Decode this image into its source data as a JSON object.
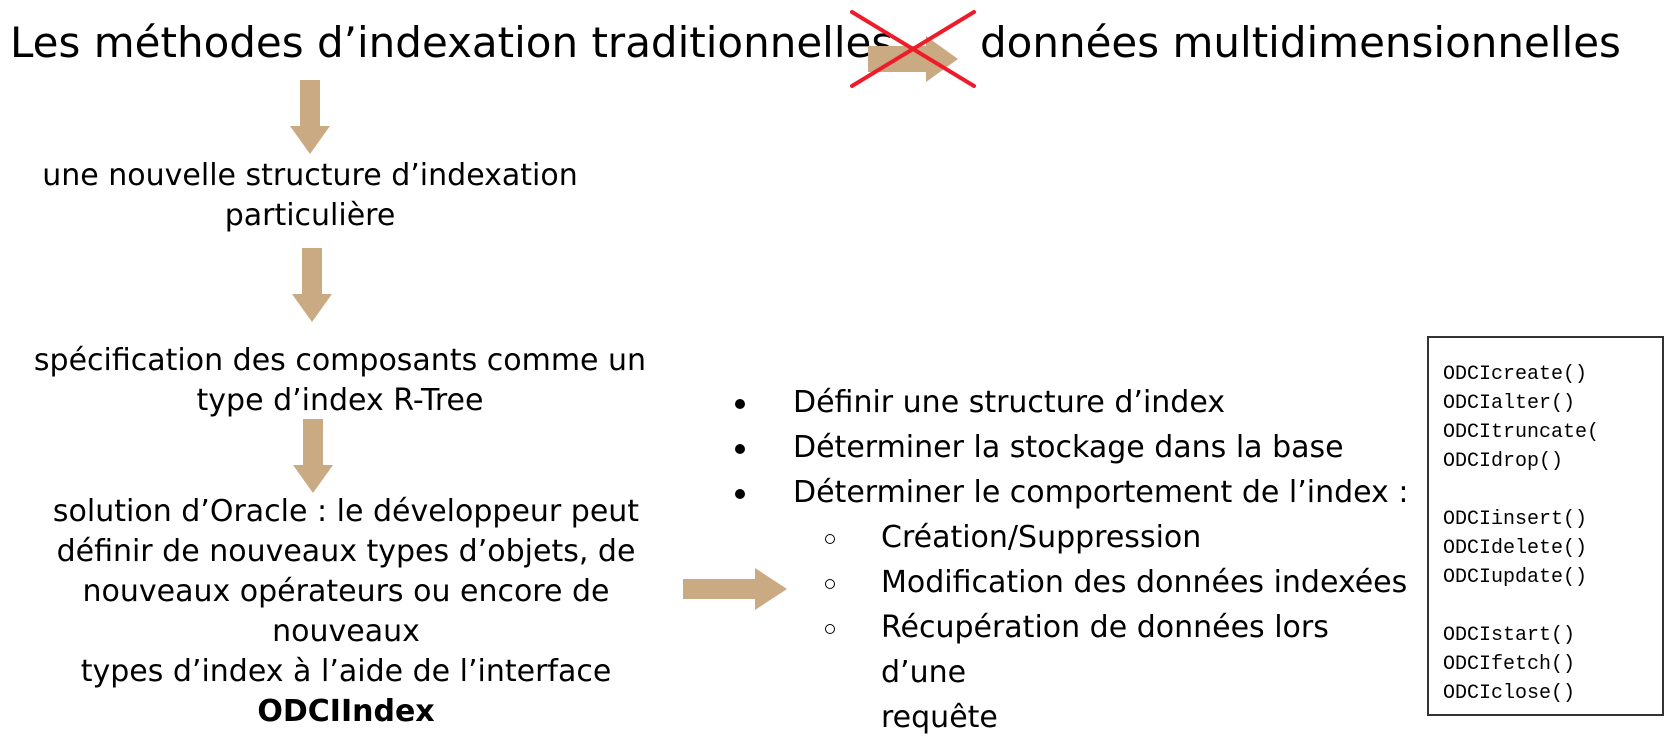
{
  "title": {
    "left": "Les méthodes d’indexation traditionnelles",
    "right": "données multidimensionnelles"
  },
  "steps": [
    {
      "lines": [
        "une nouvelle structure d’indexation",
        "particulière"
      ]
    },
    {
      "lines": [
        "spécification des composants comme un",
        "type d’index R-Tree"
      ]
    },
    {
      "lines": [
        "solution d’Oracle : le développeur peut",
        "définir de nouveaux types d’objets, de",
        "nouveaux opérateurs ou encore de nouveaux",
        "types d’index à l’aide de l’interface"
      ],
      "bold_line": "ODCIIndex"
    }
  ],
  "bullets": [
    "Définir une structure d’index",
    "Déterminer la stockage dans la base",
    "Déterminer le comportement de l’index :"
  ],
  "sub_bullets": [
    "Création/Suppression",
    "Modification des données indexées",
    "Récupération de données lors d’une",
    "requête"
  ],
  "code_groups": [
    [
      "ODCIcreate()",
      "ODCIalter()",
      "ODCItruncate(",
      "ODCIdrop()"
    ],
    [
      "ODCIinsert()",
      "ODCIdelete()",
      "ODCIupdate()"
    ],
    [
      "ODCIstart()",
      "ODCIfetch()",
      "ODCIclose()"
    ]
  ],
  "colors": {
    "arrow_fill": "#c9aa82",
    "cross": "#ee1c2a",
    "text": "#000000"
  }
}
